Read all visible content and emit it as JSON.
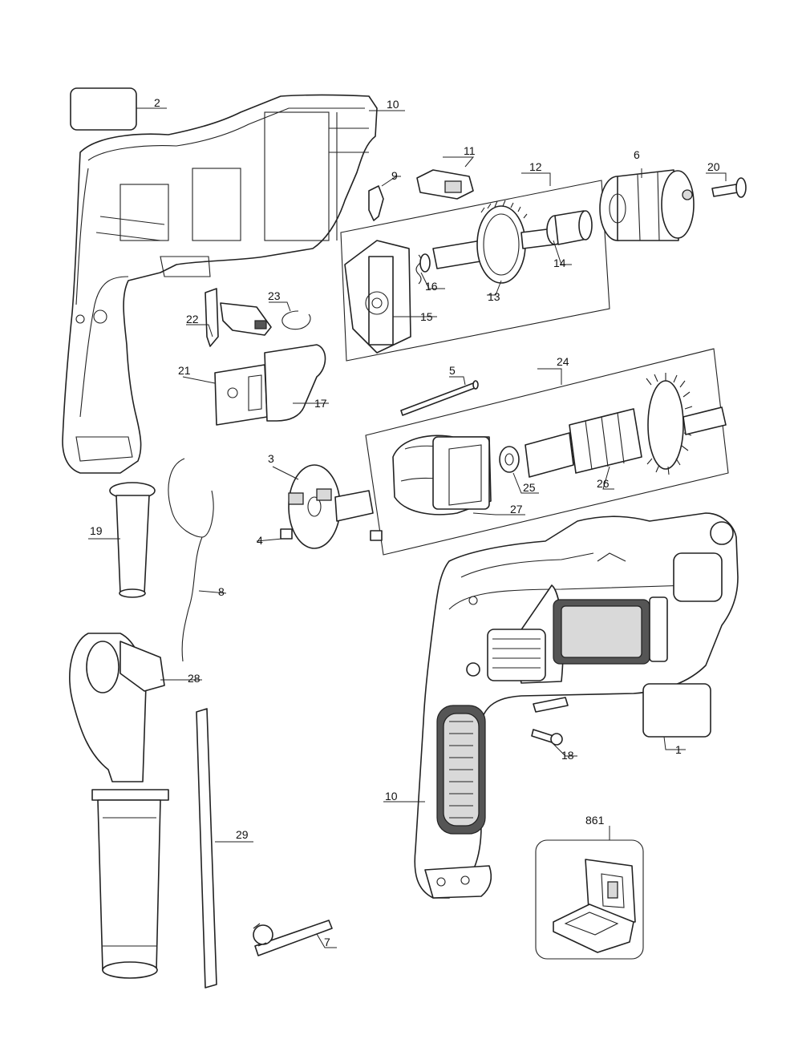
{
  "callouts": {
    "c2": "2",
    "c10a": "10",
    "c11": "11",
    "c9": "9",
    "c12": "12",
    "c6": "6",
    "c20": "20",
    "c16": "16",
    "c14": "14",
    "c13": "13",
    "c15": "15",
    "c23": "23",
    "c22": "22",
    "c21": "21",
    "c17": "17",
    "c5": "5",
    "c24": "24",
    "c3": "3",
    "c25": "25",
    "c26": "26",
    "c27": "27",
    "c4": "4",
    "c19": "19",
    "c8": "8",
    "c28": "28",
    "c18": "18",
    "c1": "1",
    "c10b": "10",
    "c861": "861",
    "c29": "29",
    "c7": "7"
  }
}
